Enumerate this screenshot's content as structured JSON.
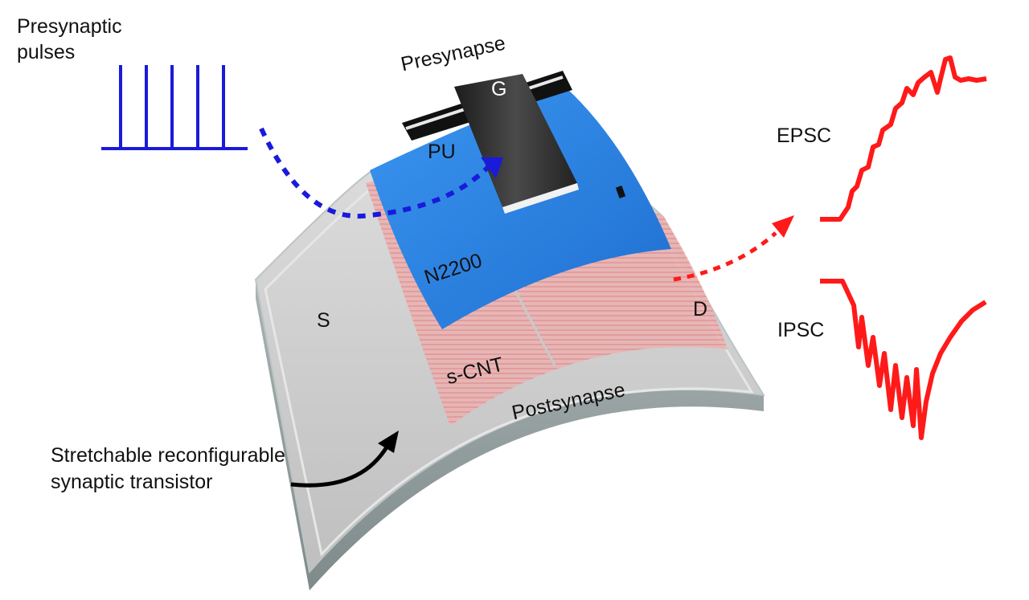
{
  "labels": {
    "presynaptic_pulses_line1": "Presynaptic",
    "presynaptic_pulses_line2": "pulses",
    "presynapse": "Presynapse",
    "gate": "G",
    "pu": "PU",
    "n2200": "N2200",
    "source": "S",
    "drain": "D",
    "scnt": "s-CNT",
    "postsynapse": "Postsynapse",
    "epsc": "EPSC",
    "ipsc": "IPSC",
    "device_line1": "Stretchable reconfigurable",
    "device_line2": "synaptic transistor"
  },
  "colors": {
    "pulse": "#1a1adb",
    "output": "#ff1a1a",
    "pu_layer": "#2f86e6",
    "gate": "#2b2b2b",
    "substrate": "#cfcfcf",
    "scnt": "#e8a0a0",
    "arrow": "#000000"
  },
  "icons": {
    "device": "curved-transistor-illustration",
    "input_arrow": "dashed-blue-arrow",
    "output_arrow": "dashed-red-arrow",
    "pointer_arrow": "curved-black-arrow"
  }
}
